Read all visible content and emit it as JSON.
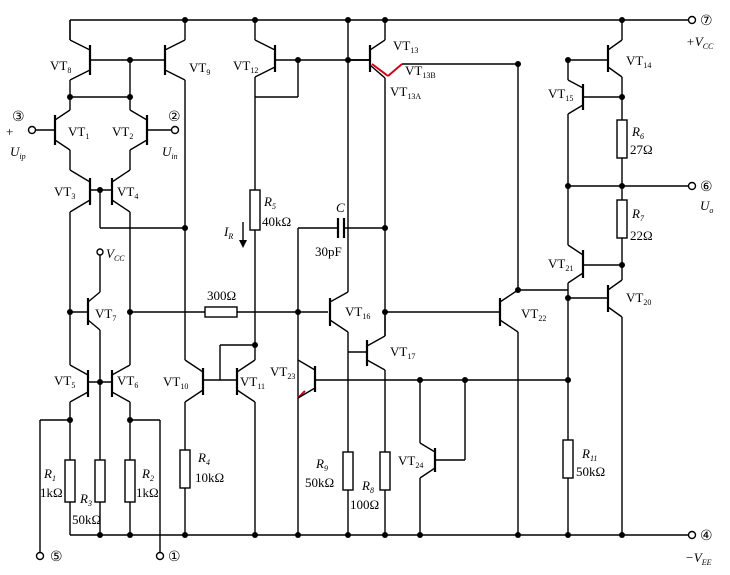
{
  "title": "",
  "transistors": [
    {
      "name": "VT",
      "sub": "8"
    },
    {
      "name": "VT",
      "sub": "9"
    },
    {
      "name": "VT",
      "sub": "12"
    },
    {
      "name": "VT",
      "sub": "13"
    },
    {
      "name": "VT",
      "sub": "13B"
    },
    {
      "name": "VT",
      "sub": "13A"
    },
    {
      "name": "VT",
      "sub": "14"
    },
    {
      "name": "VT",
      "sub": "15"
    },
    {
      "name": "VT",
      "sub": "1"
    },
    {
      "name": "VT",
      "sub": "2"
    },
    {
      "name": "VT",
      "sub": "3"
    },
    {
      "name": "VT",
      "sub": "4"
    },
    {
      "name": "VT",
      "sub": "7"
    },
    {
      "name": "VT",
      "sub": "5"
    },
    {
      "name": "VT",
      "sub": "6"
    },
    {
      "name": "VT",
      "sub": "10"
    },
    {
      "name": "VT",
      "sub": "11"
    },
    {
      "name": "VT",
      "sub": "16"
    },
    {
      "name": "VT",
      "sub": "17"
    },
    {
      "name": "VT",
      "sub": "23"
    },
    {
      "name": "VT",
      "sub": "24"
    },
    {
      "name": "VT",
      "sub": "22"
    },
    {
      "name": "VT",
      "sub": "21"
    },
    {
      "name": "VT",
      "sub": "20"
    }
  ],
  "resistors": [
    {
      "name": "R",
      "sub": "6",
      "value": "27Ω"
    },
    {
      "name": "R",
      "sub": "7",
      "value": "22Ω"
    },
    {
      "name": "R",
      "sub": "5",
      "value": "40kΩ"
    },
    {
      "name": "R",
      "sub": "4",
      "value": "10kΩ"
    },
    {
      "name": "R",
      "sub": "1",
      "value": "1kΩ"
    },
    {
      "name": "R",
      "sub": "3",
      "value": "50kΩ"
    },
    {
      "name": "R",
      "sub": "2",
      "value": "1kΩ"
    },
    {
      "name": "R",
      "sub": "9",
      "value": "50kΩ"
    },
    {
      "name": "R",
      "sub": "8",
      "value": "100Ω"
    },
    {
      "name": "R",
      "sub": "11",
      "value": "50kΩ"
    },
    {
      "name": "",
      "sub": "",
      "value": "300Ω"
    }
  ],
  "capacitor": {
    "name": "C",
    "value": "30pF"
  },
  "current_label": {
    "name": "I",
    "sub": "R"
  },
  "pins": [
    {
      "num": "⑦",
      "label": "+V",
      "sub": "CC"
    },
    {
      "num": "⑥",
      "label": "U",
      "sub": "o"
    },
    {
      "num": "④",
      "label": "−V",
      "sub": "EE"
    },
    {
      "num": "③",
      "label": "U",
      "sub": "ip",
      "sign": "+"
    },
    {
      "num": "②",
      "label": "U",
      "sub": "in"
    },
    {
      "num": "⑤",
      "label": "",
      "sub": ""
    },
    {
      "num": "①",
      "label": "",
      "sub": ""
    }
  ],
  "vcc_local": {
    "label": "V",
    "sub": "CC"
  },
  "colors": {
    "wire": "#000000",
    "highlight": "#d0021b",
    "background": "#ffffff"
  }
}
